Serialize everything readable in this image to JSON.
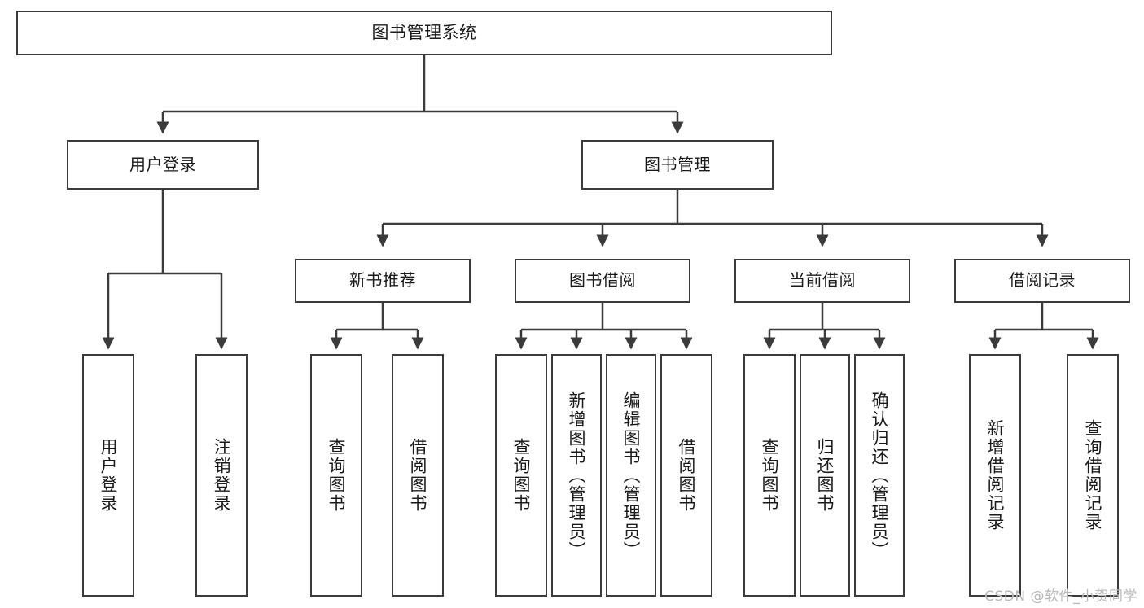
{
  "diagram": {
    "title": "图书管理系统",
    "type": "functional-structure-tree",
    "colors": {
      "background": "#ffffff",
      "node_border": "#3b3b3b",
      "node_fill": "#ffffff",
      "edge": "#3b3b3b",
      "text": "#1a1a1a",
      "watermark": "#b9b9b9"
    },
    "root": {
      "label": "图书管理系统"
    },
    "level1": [
      {
        "label": "用户登录"
      },
      {
        "label": "图书管理"
      }
    ],
    "level2": [
      {
        "label": "新书推荐"
      },
      {
        "label": "图书借阅"
      },
      {
        "label": "当前借阅"
      },
      {
        "label": "借阅记录"
      }
    ],
    "leaves": {
      "user_login": [
        {
          "label": "用户登录"
        },
        {
          "label": "注销登录"
        }
      ],
      "new_book_recommend": [
        {
          "label": "查询图书"
        },
        {
          "label": "借阅图书"
        }
      ],
      "book_borrow": [
        {
          "label": "查询图书"
        },
        {
          "label": "新增图书（管理员）"
        },
        {
          "label": "编辑图书（管理员）"
        },
        {
          "label": "借阅图书"
        }
      ],
      "current_borrow": [
        {
          "label": "查询图书"
        },
        {
          "label": "归还图书"
        },
        {
          "label": "确认归还（管理员）"
        }
      ],
      "borrow_record": [
        {
          "label": "新增借阅记录"
        },
        {
          "label": "查询借阅记录"
        }
      ]
    },
    "watermark": "CSDN @软件_小贺同学"
  }
}
